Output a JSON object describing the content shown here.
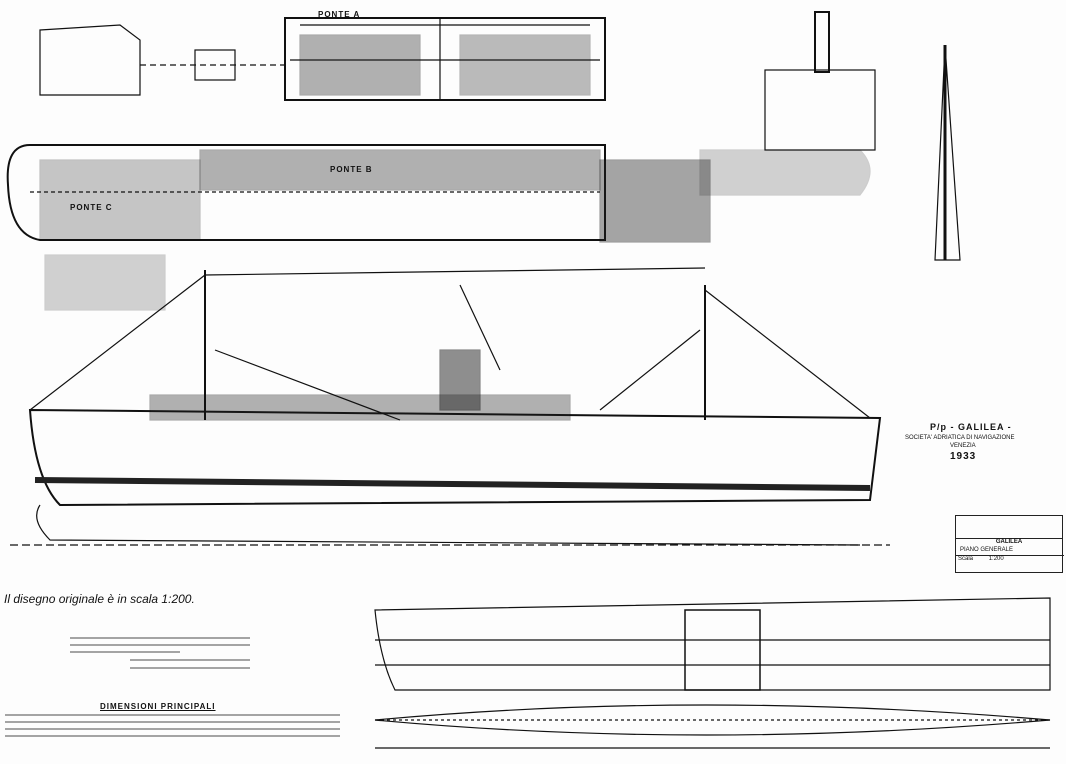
{
  "drawing": {
    "ship_name_label": "P/p - GALILEA -",
    "company": "SOCIETA' ADRIATICA DI NAVIGAZIONE",
    "city": "VENEZIA",
    "year": "1933",
    "hull_name": "GALILEA",
    "deck_labels": {
      "a": "PONTE A",
      "b": "PONTE B",
      "c": "PONTE C"
    },
    "scale_note": "Il disegno originale è in scala 1:200.",
    "dimensions_title": "DIMENSIONI PRINCIPALI",
    "title_block": {
      "name": "GALILEA",
      "subtitle": "PIANO GENERALE",
      "scale_label": "Scala",
      "scale_value": "1:200"
    }
  }
}
